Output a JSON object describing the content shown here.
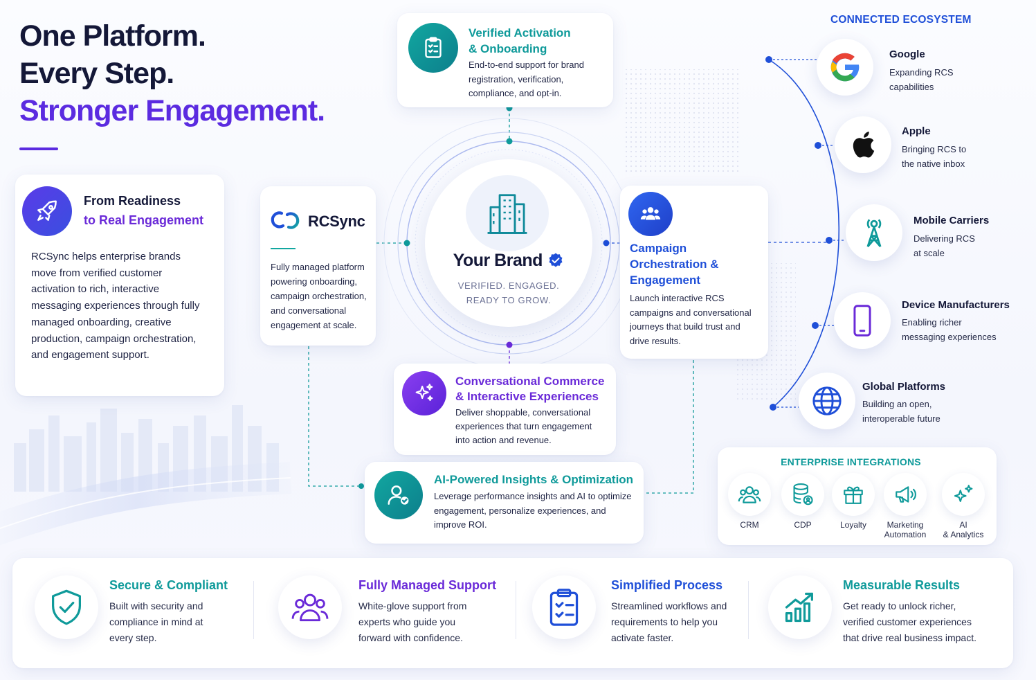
{
  "hero": {
    "line1": "One Platform.",
    "line2": "Every Step.",
    "line3": "Stronger Engagement."
  },
  "readiness": {
    "title_line1": "From Readiness",
    "title_line2": "to Real Engagement",
    "body": "RCSync helps enterprise brands move from verified customer activation to rich, interactive messaging experiences through fully managed onboarding, creative production, campaign orchestration, and engagement support."
  },
  "rcsync": {
    "logo_text": "RCSync",
    "body": "Fully managed platform powering onboarding, campaign orchestration, and conversational engagement at scale."
  },
  "brand": {
    "name": "Your Brand",
    "tagline_line1": "VERIFIED. ENGAGED.",
    "tagline_line2": "READY TO GROW."
  },
  "activation": {
    "title_line1": "Verified Activation",
    "title_line2": "& Onboarding",
    "body": "End-to-end support for brand registration, verification, compliance, and opt-in."
  },
  "campaign": {
    "title_line1": "Campaign",
    "title_line2": "Orchestration &",
    "title_line3": "Engagement",
    "body": "Launch interactive RCS campaigns and conversational journeys that build trust and drive results."
  },
  "commerce": {
    "title_line1": "Conversational Commerce",
    "title_line2": "& Interactive Experiences",
    "body": "Deliver shoppable, conversational experiences that turn engagement into action and revenue."
  },
  "insights": {
    "title": "AI-Powered Insights & Optimization",
    "body": "Leverage performance insights and AI to optimize engagement, personalize experiences, and improve ROI."
  },
  "ecosystem": {
    "heading": "CONNECTED ECOSYSTEM",
    "items": [
      {
        "name": "Google",
        "line1": "Expanding RCS",
        "line2": "capabilities",
        "icon": "google-icon"
      },
      {
        "name": "Apple",
        "line1": "Bringing RCS to",
        "line2": "the native inbox",
        "icon": "apple-icon"
      },
      {
        "name": "Mobile Carriers",
        "line1": "Delivering RCS",
        "line2": "at scale",
        "icon": "tower-icon"
      },
      {
        "name": "Device Manufacturers",
        "line1": "Enabling richer",
        "line2": "messaging experiences",
        "icon": "phone-icon"
      },
      {
        "name": "Global Platforms",
        "line1": "Building an open,",
        "line2": "interoperable future",
        "icon": "globe-icon"
      }
    ]
  },
  "integrations": {
    "heading": "ENTERPRISE INTEGRATIONS",
    "items": [
      {
        "line1": "CRM",
        "line2": "",
        "icon": "users-icon"
      },
      {
        "line1": "CDP",
        "line2": "",
        "icon": "database-icon"
      },
      {
        "line1": "Loyalty",
        "line2": "",
        "icon": "gift-icon"
      },
      {
        "line1": "Marketing",
        "line2": "Automation",
        "icon": "megaphone-icon"
      },
      {
        "line1": "AI",
        "line2": "& Analytics",
        "icon": "sparkle-icon"
      }
    ]
  },
  "features": [
    {
      "title": "Secure & Compliant",
      "line1": "Built with security and",
      "line2": "compliance in mind at",
      "line3": "every step.",
      "icon": "shield-check-icon"
    },
    {
      "title": "Fully Managed Support",
      "line1": "White-glove support from",
      "line2": "experts who guide you",
      "line3": "forward with confidence.",
      "icon": "team-icon"
    },
    {
      "title": "Simplified Process",
      "line1": "Streamlined workflows and",
      "line2": "requirements to help you",
      "line3": "activate faster.",
      "icon": "checklist-icon"
    },
    {
      "title": "Measurable Results",
      "line1": "Get ready to unlock richer,",
      "line2": "verified customer experiences",
      "line3": "that drive real business impact.",
      "icon": "chart-growth-icon"
    }
  ],
  "colors": {
    "teal": "#0f9a9a",
    "blue": "#1f4fd8",
    "purple": "#6a2ad8",
    "navy": "#141838"
  }
}
